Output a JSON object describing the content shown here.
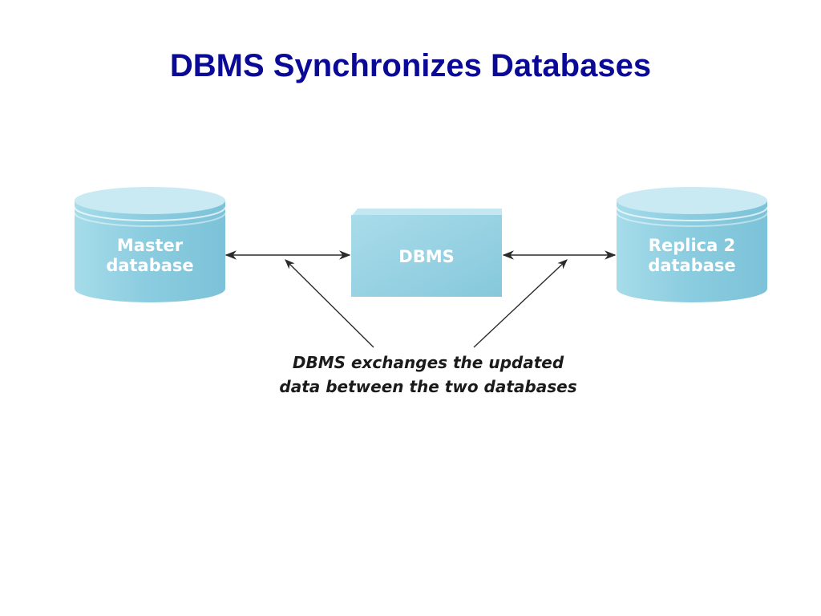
{
  "slide": {
    "title": "DBMS Synchronizes Databases"
  },
  "diagram": {
    "nodes": {
      "master": {
        "line1": "Master",
        "line2": "database"
      },
      "dbms": {
        "label": "DBMS"
      },
      "replica": {
        "line1": "Replica 2",
        "line2": "database"
      }
    },
    "caption": {
      "line1": "DBMS exchanges the updated",
      "line2": "data between the two databases"
    },
    "colors": {
      "node_fill": "#8fd0e3",
      "node_highlight": "#c9eaf3",
      "node_shadow": "#6cb6cd",
      "arrow": "#2b2b2b",
      "title": "#0a0a96"
    }
  }
}
